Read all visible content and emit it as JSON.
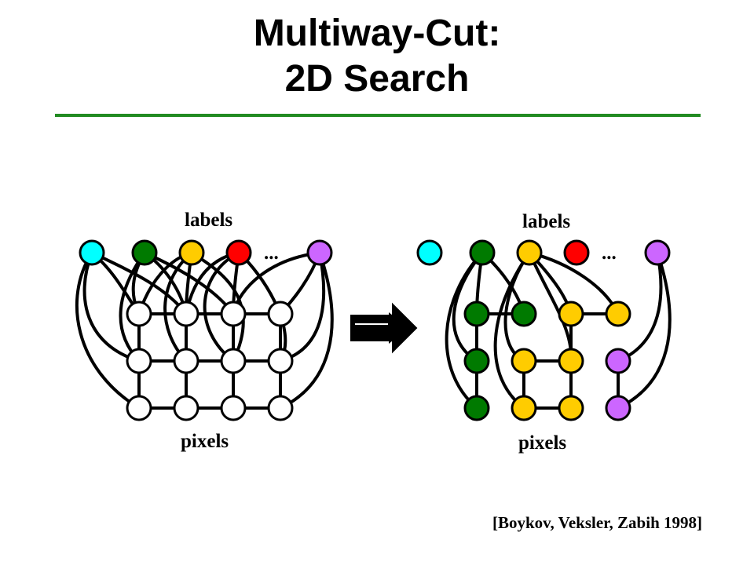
{
  "slide": {
    "title_line1": "Multiway-Cut:",
    "title_line2": "2D Search",
    "accent_color": "#228b22",
    "citation": "[Boykov, Veksler, Zabih 1998]"
  },
  "palette": {
    "cyan": "#00ffff",
    "green": "#007a00",
    "yellow": "#ffcc00",
    "red": "#ff0000",
    "purple": "#cc66ff",
    "white": "#ffffff"
  },
  "before_graph": {
    "labels_caption": "labels",
    "pixels_caption": "pixels",
    "ellipsis": "...",
    "label_colors": [
      "cyan",
      "green",
      "yellow",
      "red",
      "purple"
    ],
    "pixel_colors": [
      [
        "white",
        "white",
        "white",
        "white"
      ],
      [
        "white",
        "white",
        "white",
        "white"
      ],
      [
        "white",
        "white",
        "white",
        "white"
      ]
    ]
  },
  "after_graph": {
    "labels_caption": "labels",
    "pixels_caption": "pixels",
    "ellipsis": "...",
    "label_colors": [
      "cyan",
      "green",
      "yellow",
      "red",
      "purple"
    ],
    "pixel_colors": [
      [
        "green",
        "green",
        "yellow",
        "yellow"
      ],
      [
        "green",
        "yellow",
        "yellow",
        "purple"
      ],
      [
        "green",
        "yellow",
        "yellow",
        "purple"
      ]
    ]
  },
  "arrow": {
    "icon": "right-arrow-icon"
  }
}
